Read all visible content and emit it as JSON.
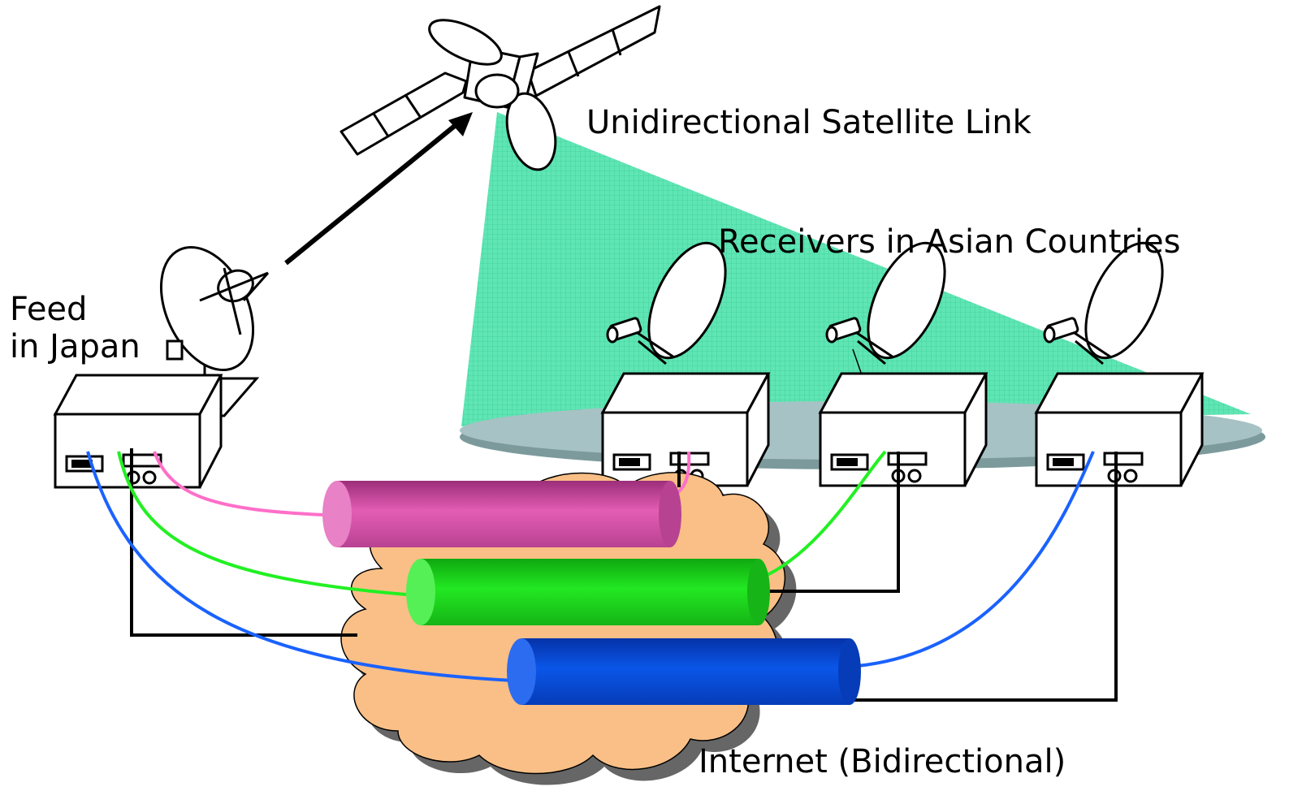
{
  "labels": {
    "satellite_link": "Unidirectional Satellite Link",
    "receivers": "Receivers in Asian Countries",
    "feed_line1": "Feed",
    "feed_line2": "in Japan",
    "internet": "Internet (Bidirectional)"
  },
  "colors": {
    "beam": "#5fe6b4",
    "ground_ellipse": "#a7c2c4",
    "cloud": "#f9bf86",
    "tunnel_pink": "#e35db4",
    "tunnel_green": "#1ee01e",
    "tunnel_blue": "#0a4de0",
    "line_pink": "#ff6ec9",
    "line_green": "#22f022",
    "line_blue": "#1a62ff",
    "line_black": "#000000"
  },
  "icons": [
    "satellite-icon",
    "uplink-dish-icon",
    "receiver-dish-icon",
    "receiver-box-icon",
    "internet-cloud-icon",
    "tunnel-icon"
  ]
}
